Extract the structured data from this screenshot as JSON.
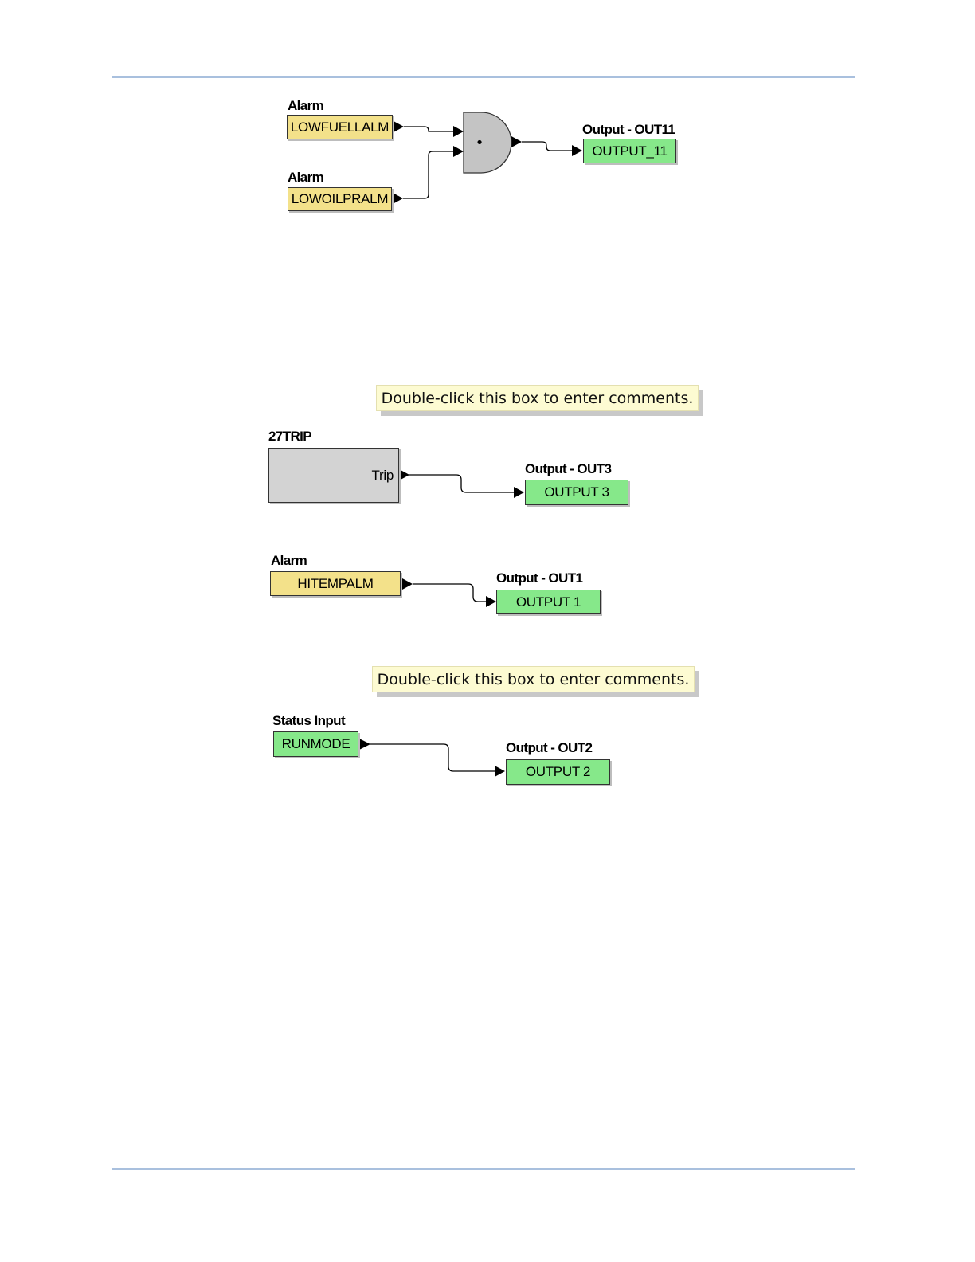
{
  "diagrams": {
    "and_logic": {
      "input1": {
        "type_label": "Alarm",
        "name": "LOWFUELLALM"
      },
      "input2": {
        "type_label": "Alarm",
        "name": "LOWOILPRALM"
      },
      "gate_symbol": "•",
      "output": {
        "type_label": "Output - OUT11",
        "name": "OUTPUT_11"
      }
    },
    "comment1": "Double-click this box to enter comments.",
    "trip_logic": {
      "block_title": "27TRIP",
      "port_label": "Trip",
      "output": {
        "type_label": "Output - OUT3",
        "name": "OUTPUT 3"
      }
    },
    "alarm_logic": {
      "input": {
        "type_label": "Alarm",
        "name": "HITEMPALM"
      },
      "output": {
        "type_label": "Output - OUT1",
        "name": "OUTPUT 1"
      }
    },
    "comment2": "Double-click this box to enter comments.",
    "status_logic": {
      "input": {
        "type_label": "Status Input",
        "name": "RUNMODE"
      },
      "output": {
        "type_label": "Output - OUT2",
        "name": "OUTPUT 2"
      }
    }
  },
  "colors": {
    "alarm_fill": "#f3e18a",
    "output_fill": "#86e88a",
    "gate_fill": "#c4c4c4",
    "comment_fill": "#fdfbd2",
    "rule": "#a9c0de"
  }
}
